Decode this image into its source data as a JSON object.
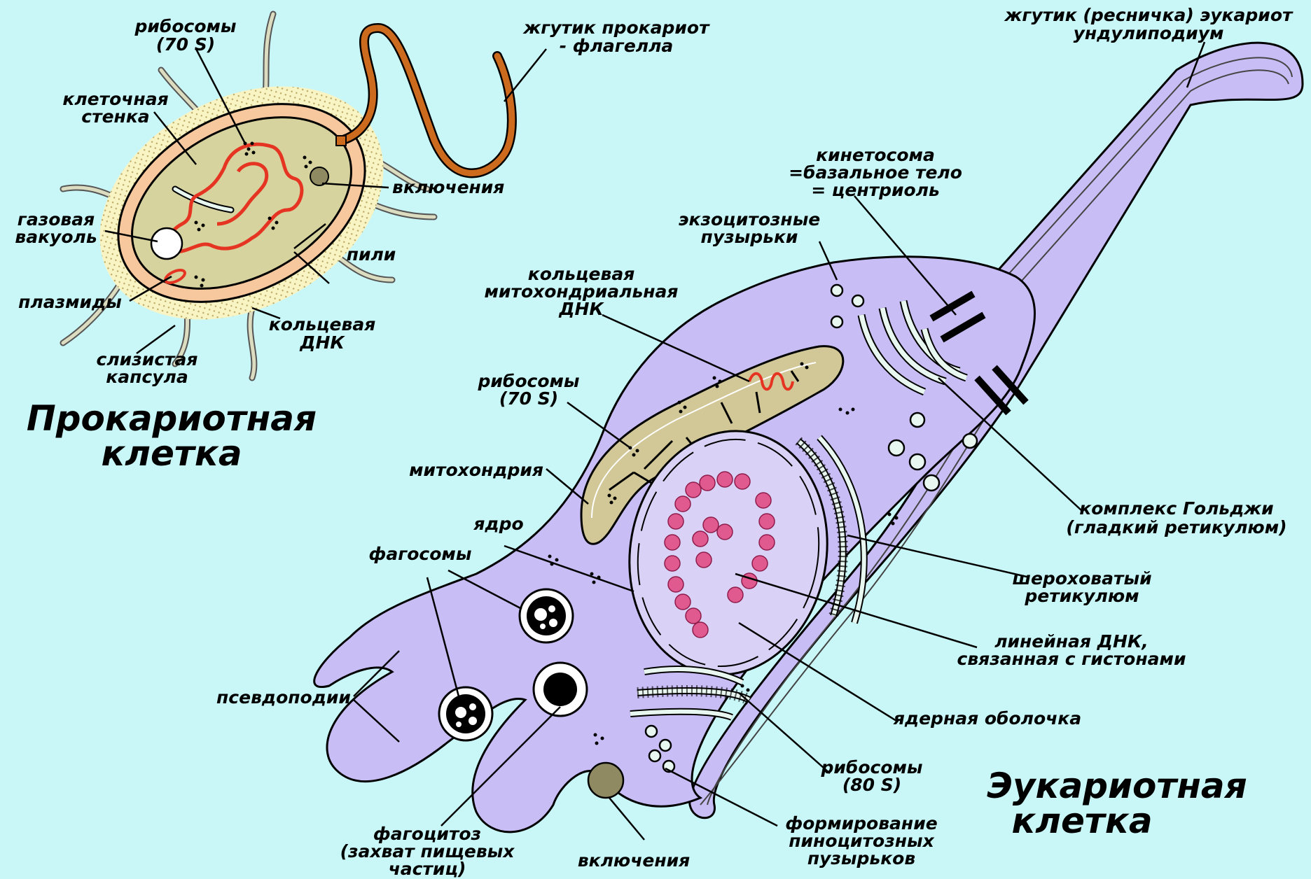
{
  "colors": {
    "background": "#c9f7f7",
    "prokaryote_capsule": "#f9f4c4",
    "prokaryote_wall": "#f7c79e",
    "prokaryote_cytoplasm": "#d6d39e",
    "dna": "#e63422",
    "flagellum": "#cc6a1e",
    "eukaryote_cytoplasm": "#c8bdf4",
    "nucleus": "#d9d2f6",
    "mitochondrion_matrix": "#d2c796",
    "chromatin": "#e05a90",
    "inclusion": "#8f8a62"
  },
  "prokaryote": {
    "title_line1": "Прокариотная",
    "title_line2": "клетка",
    "labels": {
      "ribosomes_l1": "рибосомы",
      "ribosomes_l2": "(70 S)",
      "flagellum_l1": "жгутик прокариот",
      "flagellum_l2": "- флагелла",
      "cell_wall_l1": "клеточная",
      "cell_wall_l2": "стенка",
      "inclusions": "включения",
      "gas_vacuole_l1": "газовая",
      "gas_vacuole_l2": "вакуоль",
      "pili": "пили",
      "plasmids": "плазмиды",
      "circular_dna_l1": "кольцевая",
      "circular_dna_l2": "ДНК",
      "capsule_l1": "слизистая",
      "capsule_l2": "капсула"
    }
  },
  "eukaryote": {
    "title_line1": "Эукариотная",
    "title_line2": "клетка",
    "labels": {
      "cilium_l1": "жгутик (ресничка) эукариот",
      "cilium_l2": "ундулиподиум",
      "kinetosome_l1": "кинетосома",
      "kinetosome_l2": "=базальное тело",
      "kinetosome_l3": "= центриоль",
      "exocytosis_l1": "экзоцитозные",
      "exocytosis_l2": "пузырьки",
      "mito_dna_l1": "кольцевая",
      "mito_dna_l2": "митохондриальная",
      "mito_dna_l3": "ДНК",
      "ribosomes70_l1": "рибосомы",
      "ribosomes70_l2": "(70 S)",
      "mitochondrion": "митохондрия",
      "nucleus": "ядро",
      "phagosomes": "фагосомы",
      "golgi_l1": "комплекс Гольджи",
      "golgi_l2": "(гладкий ретикулюм)",
      "rough_er_l1": "шероховатый",
      "rough_er_l2": "ретикулюм",
      "linear_dna_l1": "линейная ДНК,",
      "linear_dna_l2": "связанная с гистонами",
      "pseudopodia": "псевдоподии",
      "nuclear_envelope": "ядерная оболочка",
      "ribosomes80_l1": "рибосомы",
      "ribosomes80_l2": "(80 S)",
      "phagocytosis_l1": "фагоцитоз",
      "phagocytosis_l2": "(захват пищевых",
      "phagocytosis_l3": "частиц)",
      "inclusions": "включения",
      "pinocytosis_l1": "формирование",
      "pinocytosis_l2": "пиноцитозных",
      "pinocytosis_l3": "пузырьков"
    }
  }
}
